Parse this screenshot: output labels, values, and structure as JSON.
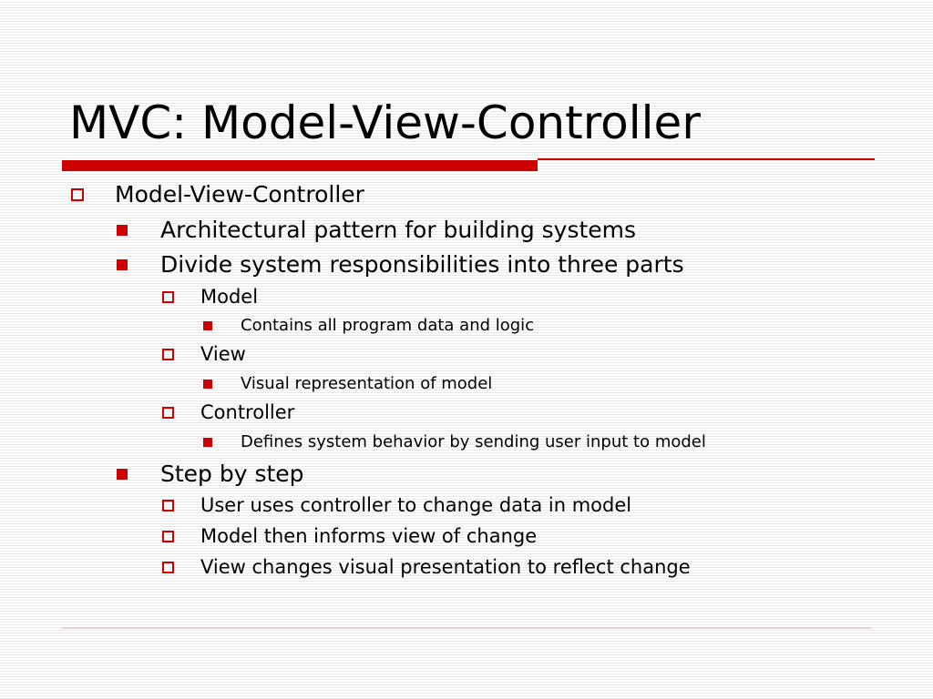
{
  "slide": {
    "title": "MVC: Model-View-Controller",
    "accent_color": "#cc0000",
    "items": [
      {
        "level": 1,
        "bullet": "hollow-square-icon",
        "text": "Model-View-Controller"
      },
      {
        "level": 2,
        "bullet": "filled-square-icon",
        "text": "Architectural pattern for building systems"
      },
      {
        "level": 2,
        "bullet": "filled-square-icon",
        "text": "Divide system responsibilities into three parts"
      },
      {
        "level": 3,
        "bullet": "hollow-square-icon",
        "text": "Model"
      },
      {
        "level": 4,
        "bullet": "filled-square-icon",
        "text": "Contains all program data and logic"
      },
      {
        "level": 3,
        "bullet": "hollow-square-icon",
        "text": "View"
      },
      {
        "level": 4,
        "bullet": "filled-square-icon",
        "text": "Visual representation of model"
      },
      {
        "level": 3,
        "bullet": "hollow-square-icon",
        "text": "Controller"
      },
      {
        "level": 4,
        "bullet": "filled-square-icon",
        "text": "Defines system behavior by sending user input to model"
      },
      {
        "level": 2,
        "bullet": "filled-square-icon",
        "text": "Step by step"
      },
      {
        "level": 3,
        "bullet": "hollow-square-icon",
        "text": "User uses controller to change data in model"
      },
      {
        "level": 3,
        "bullet": "hollow-square-icon",
        "text": "Model then informs view of change"
      },
      {
        "level": 3,
        "bullet": "hollow-square-icon",
        "text": "View changes visual presentation to reflect change"
      }
    ]
  }
}
